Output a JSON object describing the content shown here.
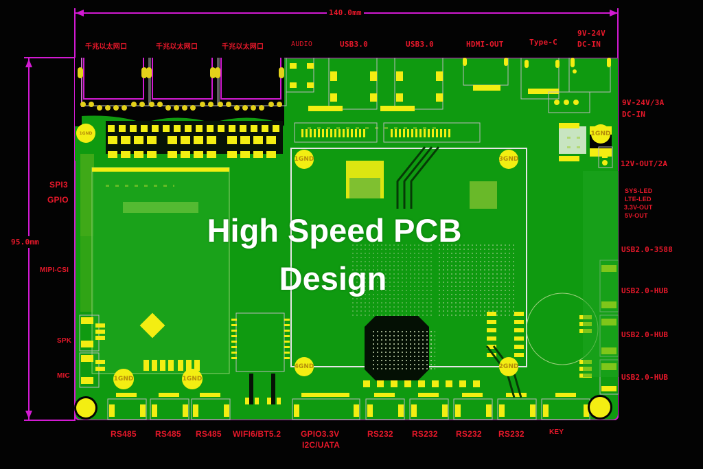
{
  "overlay": {
    "title_line1": "High Speed PCB",
    "title_line2": "Design"
  },
  "dimensions": {
    "width": "140.0mm",
    "height": "95.0mm"
  },
  "top_connectors": [
    {
      "label": "千兆以太网口"
    },
    {
      "label": "千兆以太网口"
    },
    {
      "label": "千兆以太网口"
    },
    {
      "label": "AUDIO"
    },
    {
      "label": "USB3.0"
    },
    {
      "label": "USB3.0"
    },
    {
      "label": "HDMI-OUT"
    },
    {
      "label": "Type-C"
    },
    {
      "label": "9V-24V",
      "label2": "DC-IN"
    }
  ],
  "right_connectors": [
    {
      "label": "9V-24V/3A",
      "label2": "DC-IN"
    },
    {
      "label": "12V-OUT/2A"
    },
    {
      "label": "SYS-LED",
      "label2": "LTE-LED",
      "label3": "3.3V-OUT",
      "label4": "5V-OUT"
    },
    {
      "label": "USB2.0-3588"
    },
    {
      "label": "USB2.0-HUB"
    },
    {
      "label": "USB2.0-HUB"
    },
    {
      "label": "USB2.0-HUB"
    }
  ],
  "left_connectors": [
    {
      "label": "SPI3"
    },
    {
      "label": "GPIO"
    },
    {
      "label": "MIPI-CSI"
    },
    {
      "label": "SPK"
    },
    {
      "label": "MIC"
    }
  ],
  "bottom_connectors": [
    {
      "label": "RS485"
    },
    {
      "label": "RS485"
    },
    {
      "label": "RS485"
    },
    {
      "label": "WIFI6/BT5.2"
    },
    {
      "label": "GPIO3.3V",
      "label2": "I2C/UATA"
    },
    {
      "label": "RS232"
    },
    {
      "label": "RS232"
    },
    {
      "label": "RS232"
    },
    {
      "label": "RS232"
    },
    {
      "label": "KEY"
    }
  ],
  "mounting_holes": [
    {
      "label": "1GND"
    },
    {
      "label": "1GND"
    },
    {
      "label": "3GND"
    },
    {
      "label": "1GND"
    },
    {
      "label": "4GND"
    },
    {
      "label": "2GND"
    },
    {
      "label": "1GND"
    },
    {
      "label": "1GND"
    }
  ],
  "colors": {
    "board": "#0f9a10",
    "outline": "#d21ad2",
    "label": "#e8182a",
    "pad": "#f3ee12",
    "overlay_text": "#ffffff"
  }
}
